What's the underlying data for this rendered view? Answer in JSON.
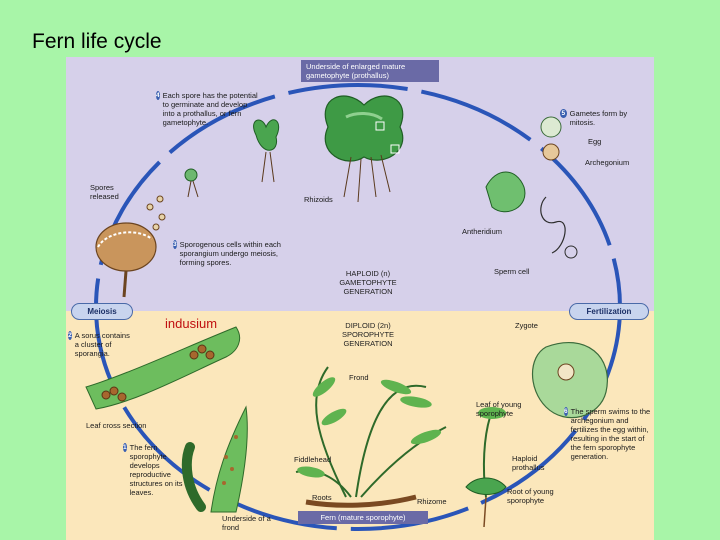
{
  "slide": {
    "title": "Fern life cycle",
    "annotation": "indusium"
  },
  "diagram": {
    "top_box": "Underside of enlarged mature gametophyte (prothallus)",
    "bottom_box": "Fern (mature sporophyte)",
    "phases": {
      "meiosis": "Meiosis",
      "fertilization": "Fertilization"
    },
    "generations": {
      "haploid": "HAPLOID (n) GAMETOPHYTE GENERATION",
      "diploid": "DIPLOID (2n) SPOROPHYTE GENERATION"
    },
    "steps": [
      {
        "num": "1",
        "text": "The fern sporophyte develops reproductive structures on its leaves."
      },
      {
        "num": "2",
        "text": "A sorus contains a cluster of sporangia."
      },
      {
        "num": "3",
        "text": "Sporogenous cells within each sporangium undergo meiosis, forming spores."
      },
      {
        "num": "4",
        "text": "Each spore has the potential to germinate and develop into a prothallus, or fern gametophyte."
      },
      {
        "num": "5",
        "text": "Gametes form by mitosis."
      },
      {
        "num": "6",
        "text": "The sperm swims to the archegonium and fertilizes the egg within, resulting in the start of the fern sporophyte generation."
      }
    ],
    "labels": {
      "spores_released": "Spores released",
      "rhizoids": "Rhizoids",
      "antheridium": "Antheridium",
      "sperm_cell": "Sperm cell",
      "egg": "Egg",
      "archegonium": "Archegonium",
      "zygote": "Zygote",
      "frond": "Frond",
      "leaf_young": "Leaf of young sporophyte",
      "haploid_prothallus": "Haploid prothallus",
      "root_young": "Root of young sporophyte",
      "fiddlehead": "Fiddlehead",
      "roots": "Roots",
      "rhizome": "Rhizome",
      "leaf_cross": "Leaf cross section",
      "underside_frond": "Underside of a frond"
    }
  },
  "colors": {
    "slide_bg": "#a8f5a8",
    "haploid_bg": "#d6d0ea",
    "diploid_bg": "#fbe7bb",
    "cycle_arrow": "#2a55b8",
    "annotation": "#c01010"
  }
}
